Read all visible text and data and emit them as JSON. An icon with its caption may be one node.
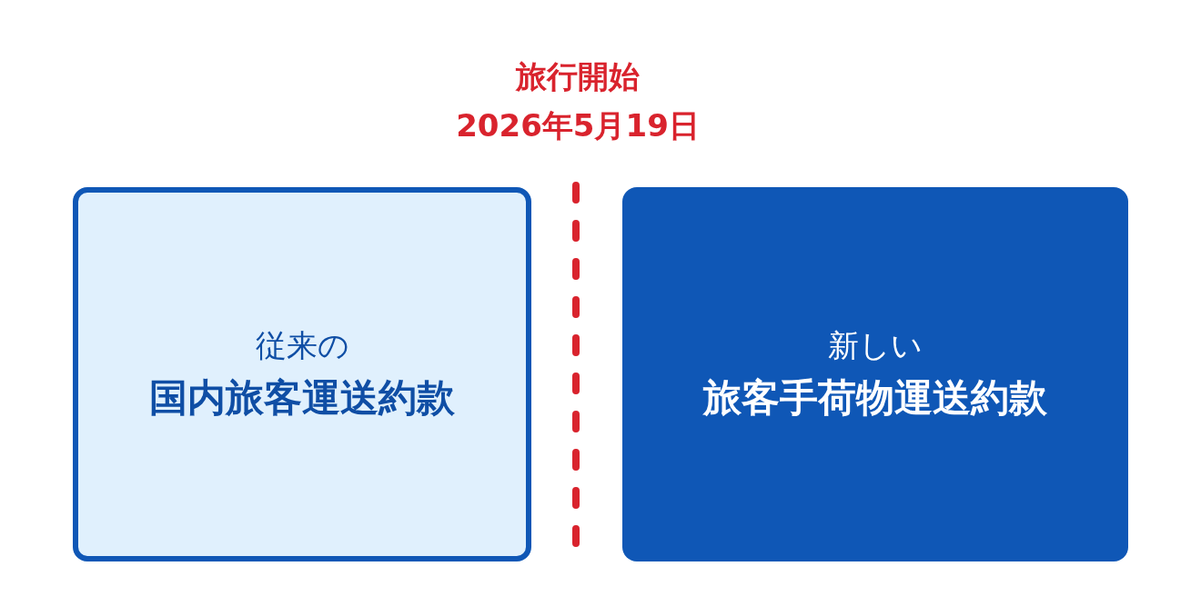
{
  "diagram": {
    "nodes": [
      {
        "text": [
          "従来の",
          "国内旅客運送約款"
        ]
      },
      {
        "text": [
          "新しい",
          "旅客手荷物運送約款"
        ]
      }
    ],
    "labels": [
      "旅行開始",
      "2026年5月19日"
    ]
  }
}
